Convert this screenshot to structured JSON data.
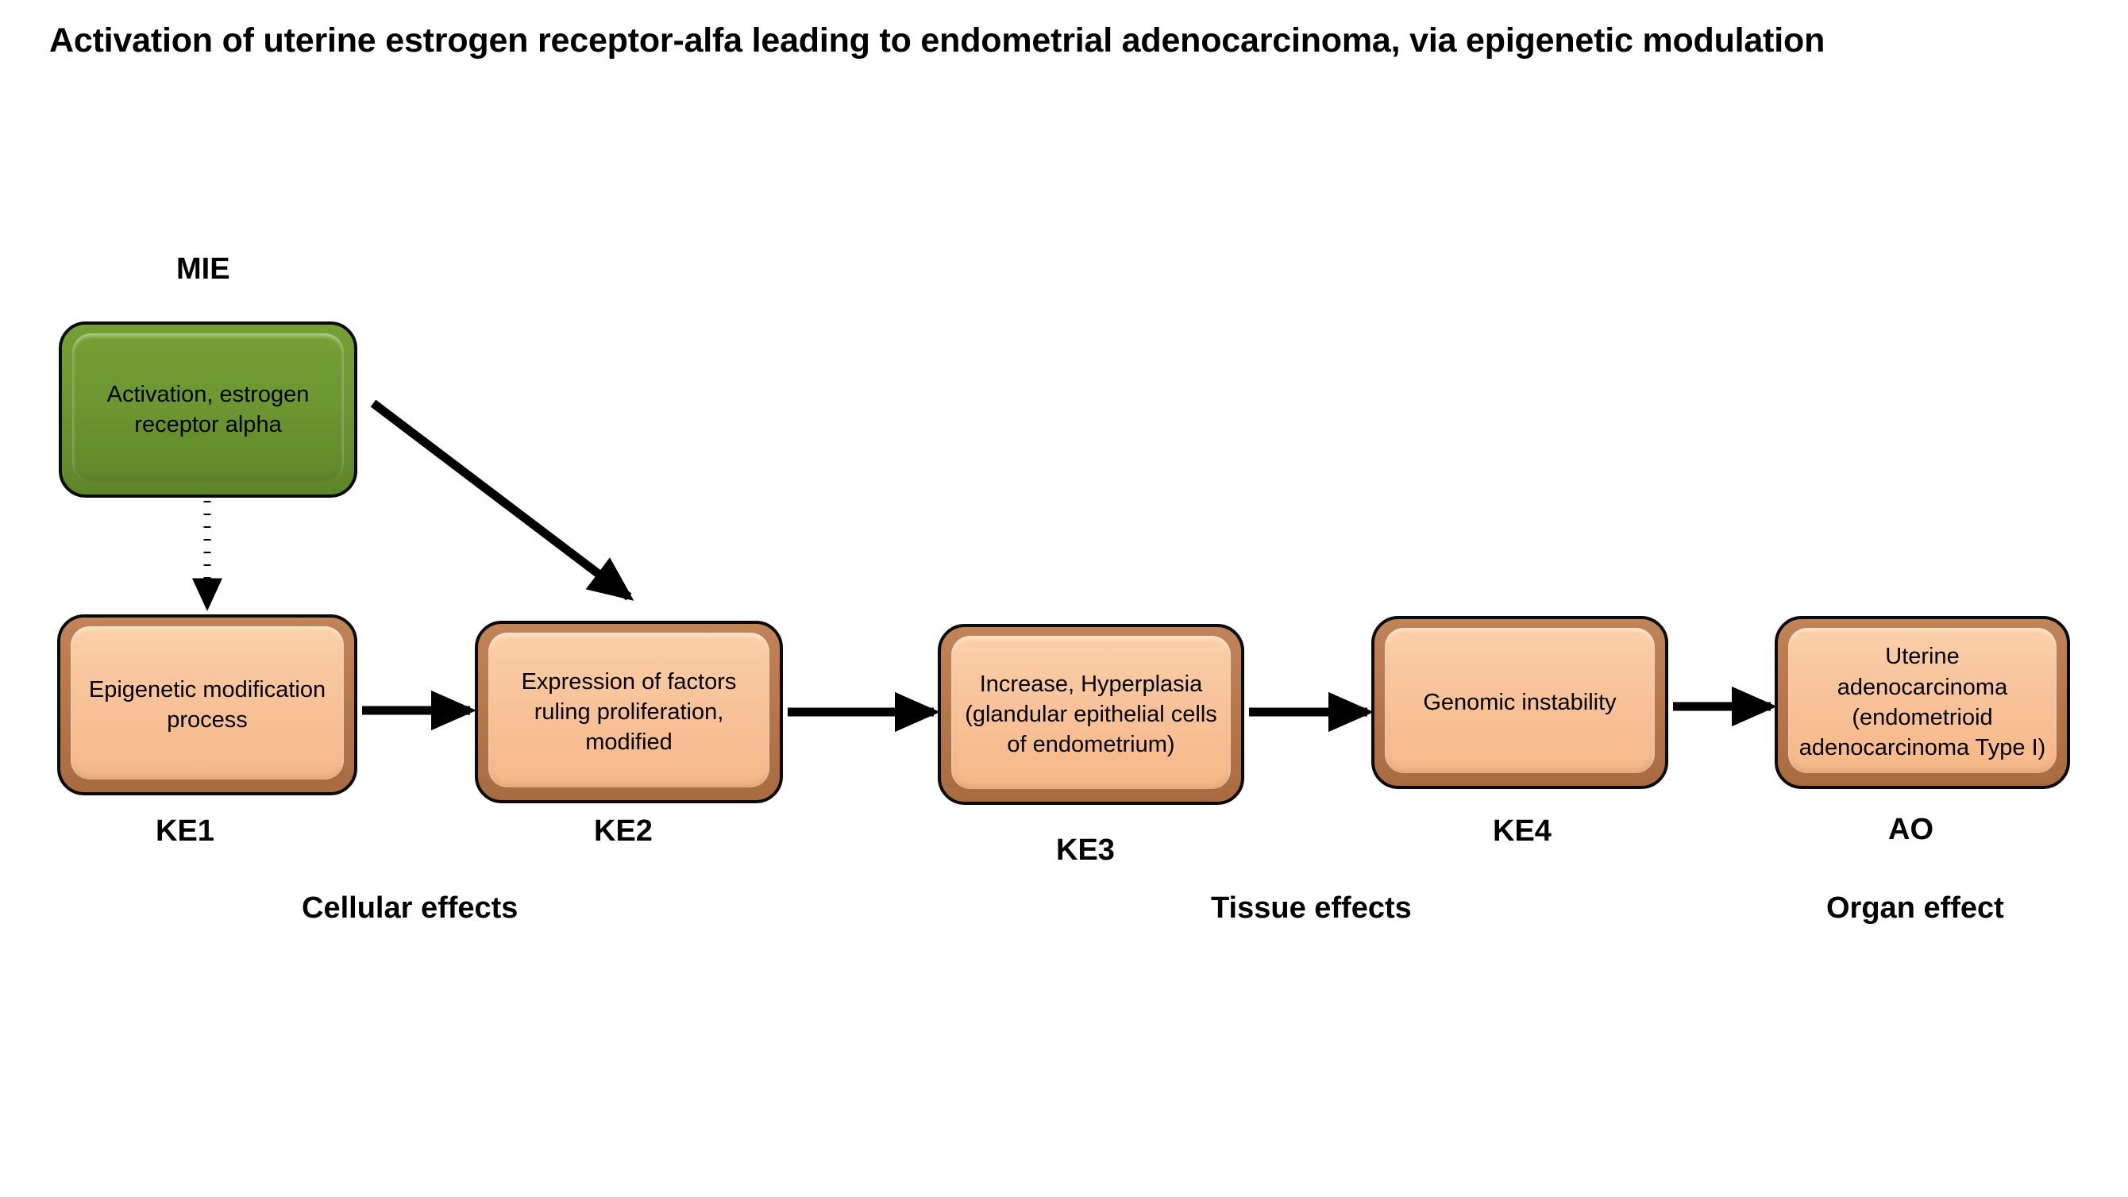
{
  "page": {
    "title_line1": "Activation of uterine estrogen receptor-alfa leading to endometrial adenocarcinoma, via epigenetic",
    "title_line2": "modulation",
    "title_full": "Activation of uterine estrogen receptor-alfa leading to endometrial adenocarcinoma, via epigenetic modulation",
    "background": "#ffffff"
  },
  "colors": {
    "mie_fill": "#93c945",
    "mie_frame": "#6d9731",
    "event_fill": "#f8c39a",
    "event_frame": "#b9794d",
    "border": "#0a0a0a",
    "connector": "#000000",
    "text": "#000000"
  },
  "nodes": [
    {
      "id": "mie",
      "tag": "MIE",
      "tag_position": "above",
      "text": "Activation, estrogen receptor alpha",
      "color": "green"
    },
    {
      "id": "ke1",
      "tag": "KE1",
      "tag_position": "below",
      "text": "Epigenetic modification process",
      "color": "orange"
    },
    {
      "id": "ke2",
      "tag": "KE2",
      "tag_position": "below",
      "text": "Expression of factors ruling proliferation, modified",
      "color": "orange"
    },
    {
      "id": "ke3",
      "tag": "KE3",
      "tag_position": "below",
      "text": "Increase, Hyperplasia (glandular epithelial cells of endometrium)",
      "color": "orange"
    },
    {
      "id": "ke4",
      "tag": "KE4",
      "tag_position": "below",
      "text": "Genomic instability",
      "color": "orange"
    },
    {
      "id": "ao",
      "tag": "AO",
      "tag_position": "below",
      "text": "Uterine adenocarcinoma (endometrioid adenocarcinoma Type I)",
      "color": "orange"
    }
  ],
  "stages": [
    {
      "id": "cellular",
      "label": "Cellular effects"
    },
    {
      "id": "tissue",
      "label": "Tissue effects"
    },
    {
      "id": "organ",
      "label": "Organ effect"
    }
  ],
  "connectors": [
    {
      "id": "mie-to-ke1",
      "from": "mie",
      "to": "ke1",
      "style": "dotted",
      "direction": "down"
    },
    {
      "id": "mie-to-ke2",
      "from": "mie",
      "to": "ke2",
      "style": "solid",
      "direction": "diagonal-down-right"
    },
    {
      "id": "ke1-to-ke2",
      "from": "ke1",
      "to": "ke2",
      "style": "solid",
      "direction": "right"
    },
    {
      "id": "ke2-to-ke3",
      "from": "ke2",
      "to": "ke3",
      "style": "solid",
      "direction": "right"
    },
    {
      "id": "ke3-to-ke4",
      "from": "ke3",
      "to": "ke4",
      "style": "solid",
      "direction": "right"
    },
    {
      "id": "ke4-to-ao",
      "from": "ke4",
      "to": "ao",
      "style": "solid",
      "direction": "right"
    }
  ]
}
